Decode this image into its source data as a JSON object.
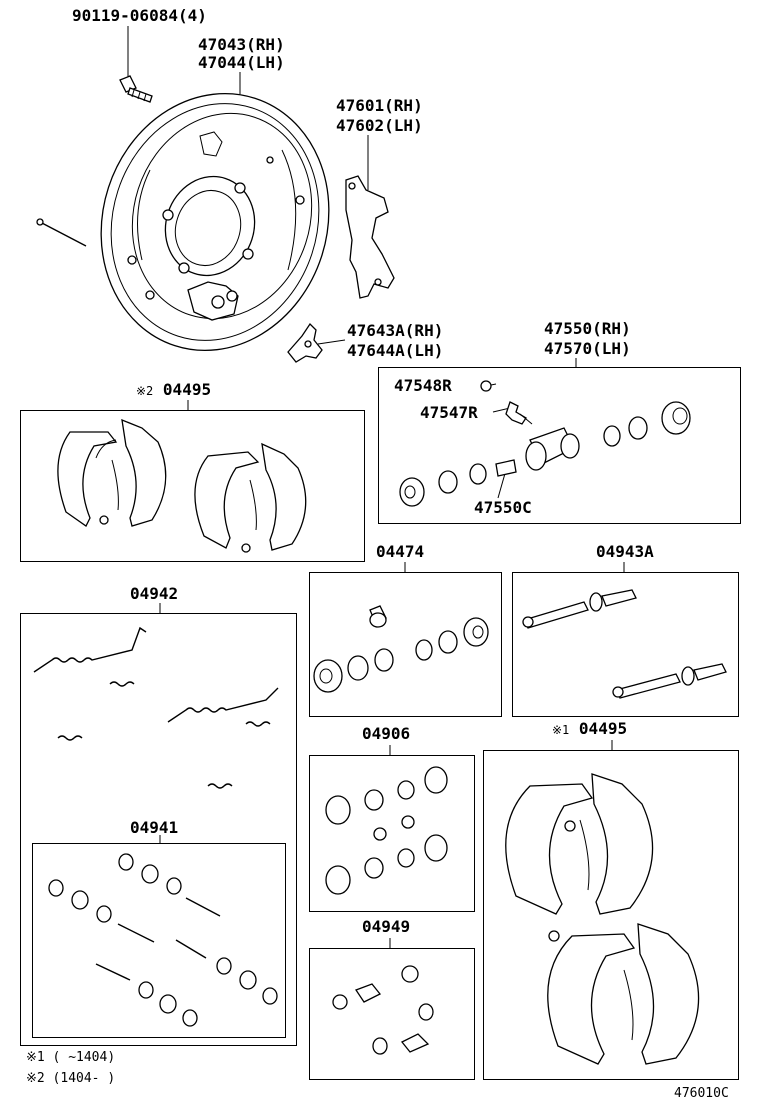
{
  "labels": {
    "bolt": "90119-06084(4)",
    "plate_rh": "47043(RH)",
    "plate_lh": "47044(LH)",
    "lever_rh": "47601(RH)",
    "lever_lh": "47602(LH)",
    "bracket_rh": "47643A(RH)",
    "bracket_lh": "47644A(LH)",
    "cyl_rh": "47550(RH)",
    "cyl_lh": "47570(LH)",
    "bleeder_cap": "47548R",
    "bleeder_plug": "47547R",
    "cyl_piston": "47550C",
    "shoe_kit_2": "04495",
    "shoe_kit_2_mark": "※2",
    "spring_kit": "04942",
    "spring_kit_sub": "04941",
    "cup_kit": "04474",
    "adjuster_kit": "04943A",
    "cup_kit_2": "04906",
    "shoe_kit_1": "04495",
    "shoe_kit_1_mark": "※1",
    "small_kit": "04949"
  },
  "footnotes": {
    "note1": "※1 (    ~1404)",
    "note2": "※2 (1404-     )"
  },
  "figure_code": "476010C"
}
